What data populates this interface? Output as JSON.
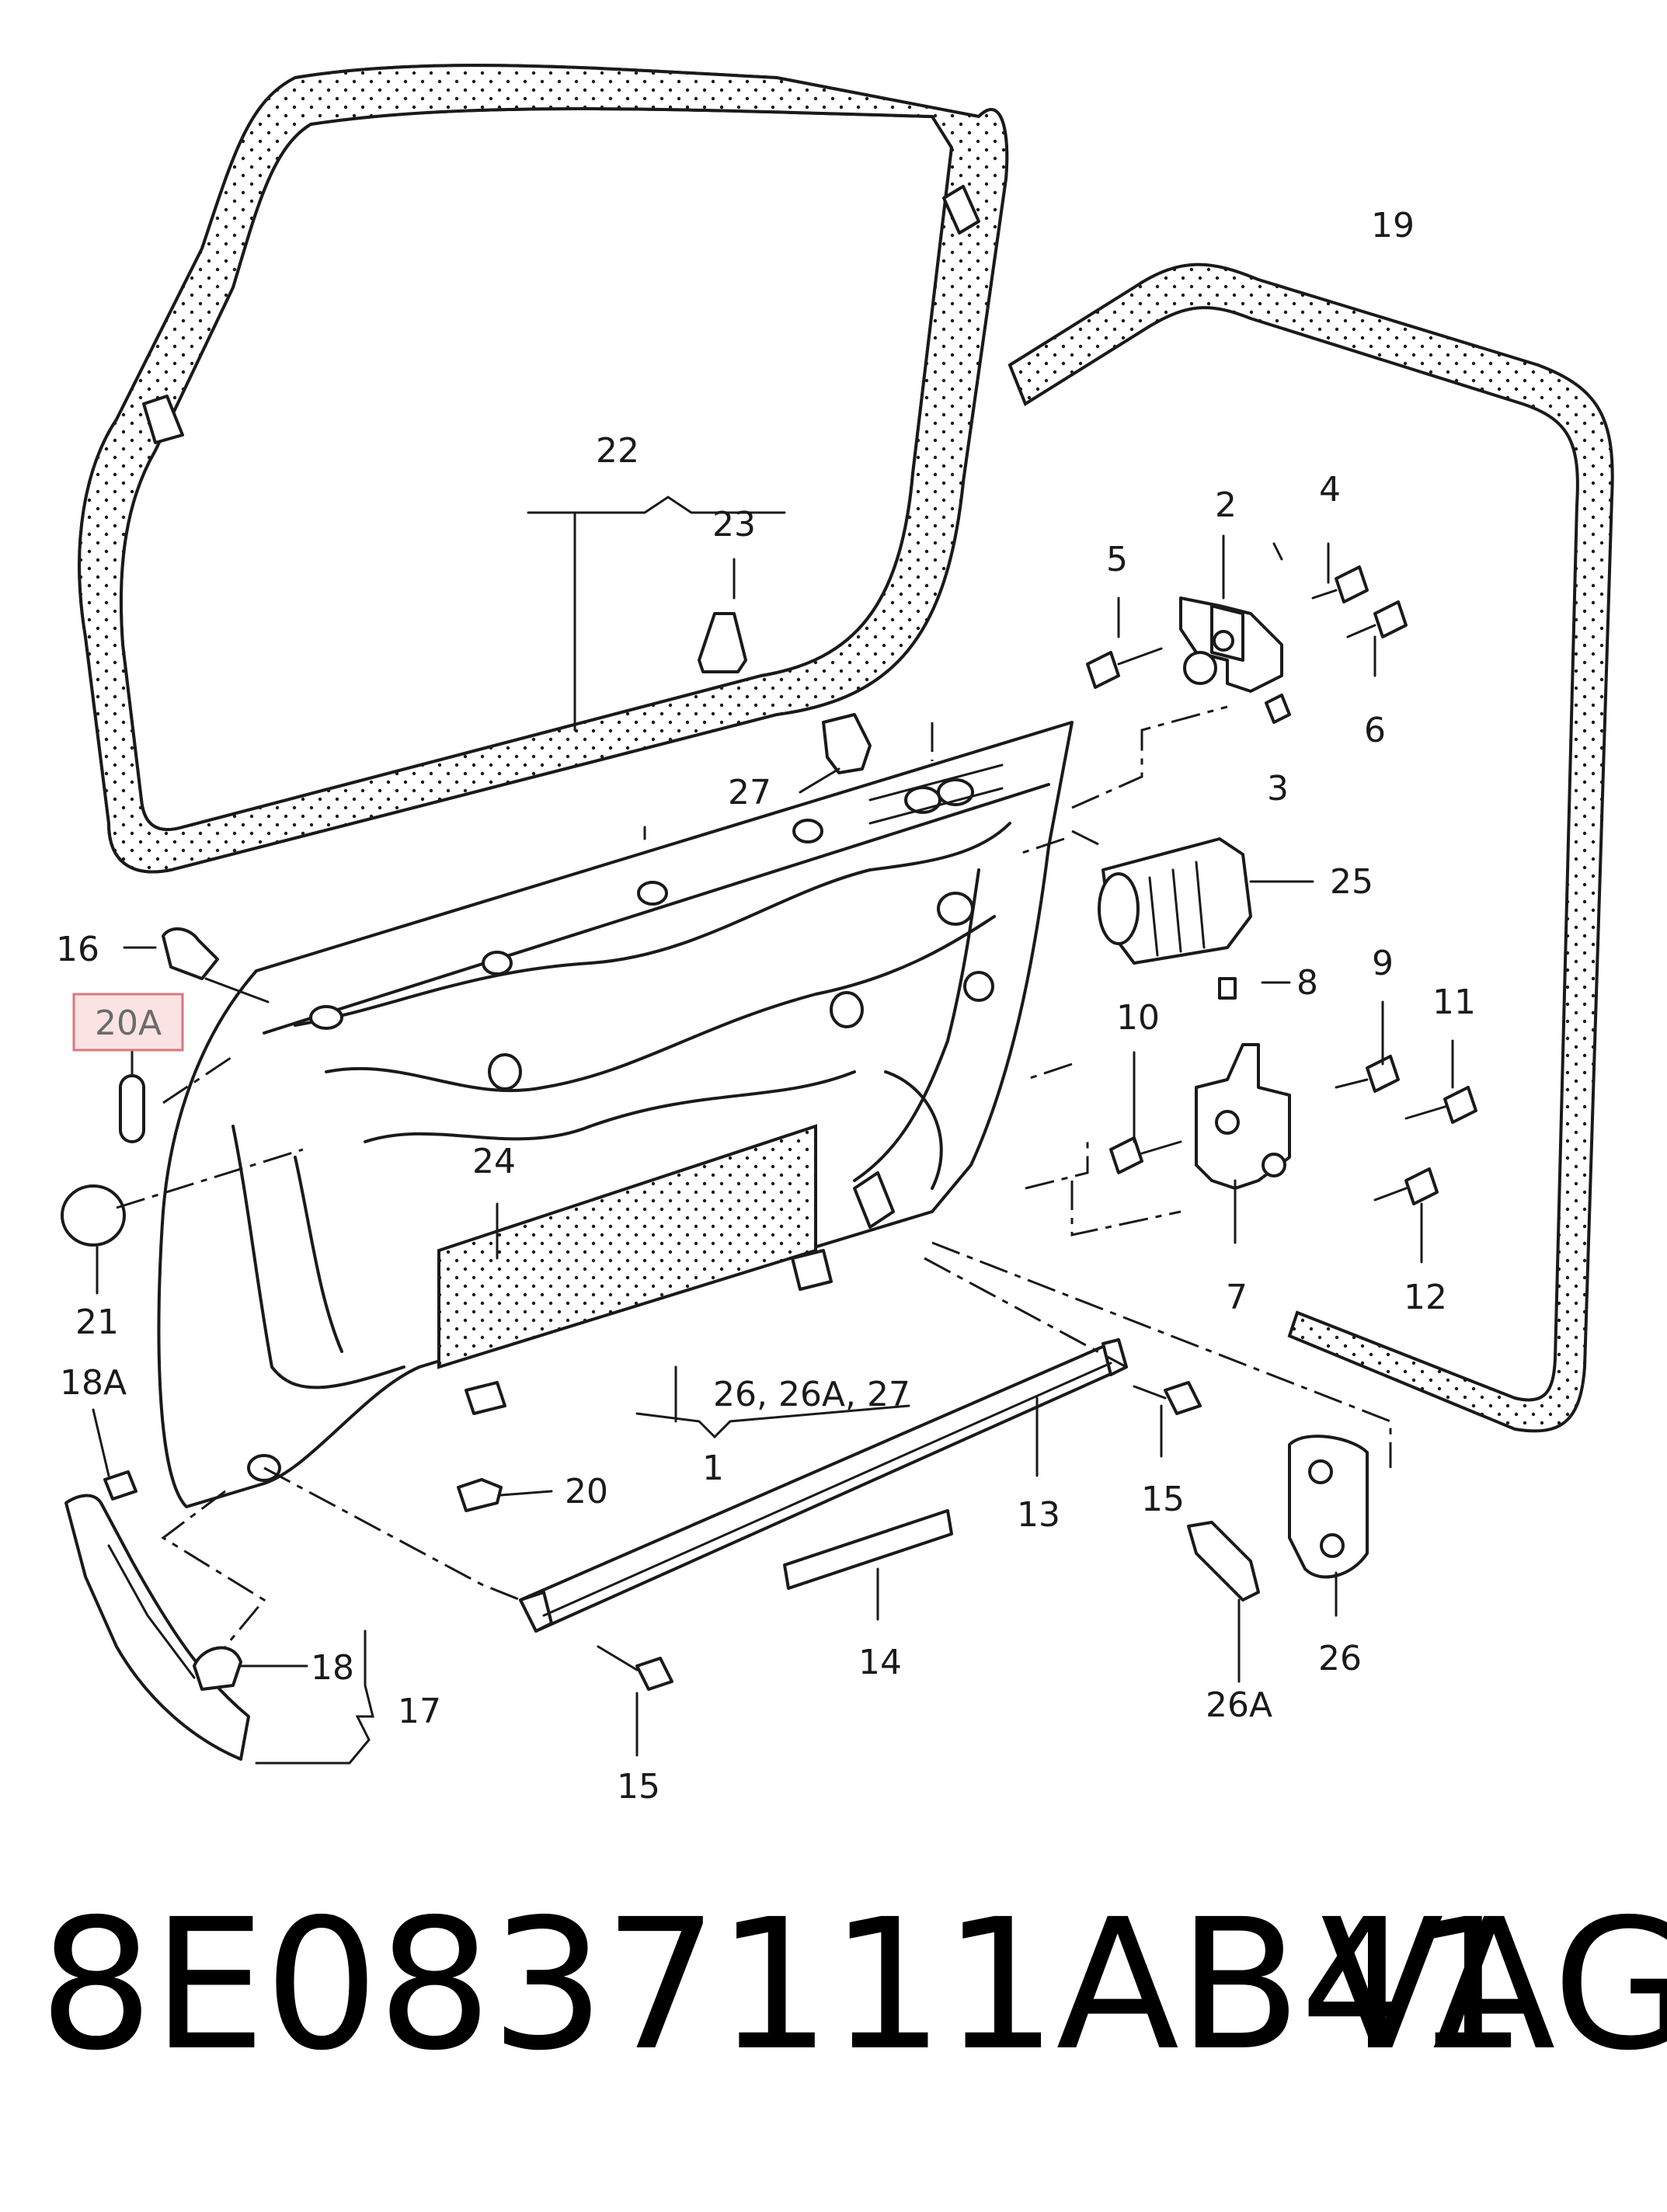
{
  "diagram": {
    "callouts": {
      "c1": "1",
      "c2": "2",
      "c3": "3",
      "c4": "4",
      "c5": "5",
      "c6": "6",
      "c7": "7",
      "c8": "8",
      "c9": "9",
      "c10": "10",
      "c11": "11",
      "c12": "12",
      "c13": "13",
      "c14": "14",
      "c15a": "15",
      "c15b": "15",
      "c16": "16",
      "c17": "17",
      "c18": "18",
      "c18a": "18A",
      "c19": "19",
      "c20": "20",
      "c20a": "20A",
      "c21": "21",
      "c22": "22",
      "c23": "23",
      "c24": "24",
      "c25": "25",
      "c26": "26",
      "c26a": "26A",
      "c26group": "26, 26A, 27",
      "c27": "27"
    },
    "highlighted_callout": "20A",
    "highlight_color": "#fbe3e4"
  },
  "footer": {
    "part_number": "8E0837111AB41",
    "brand": "VAG"
  }
}
